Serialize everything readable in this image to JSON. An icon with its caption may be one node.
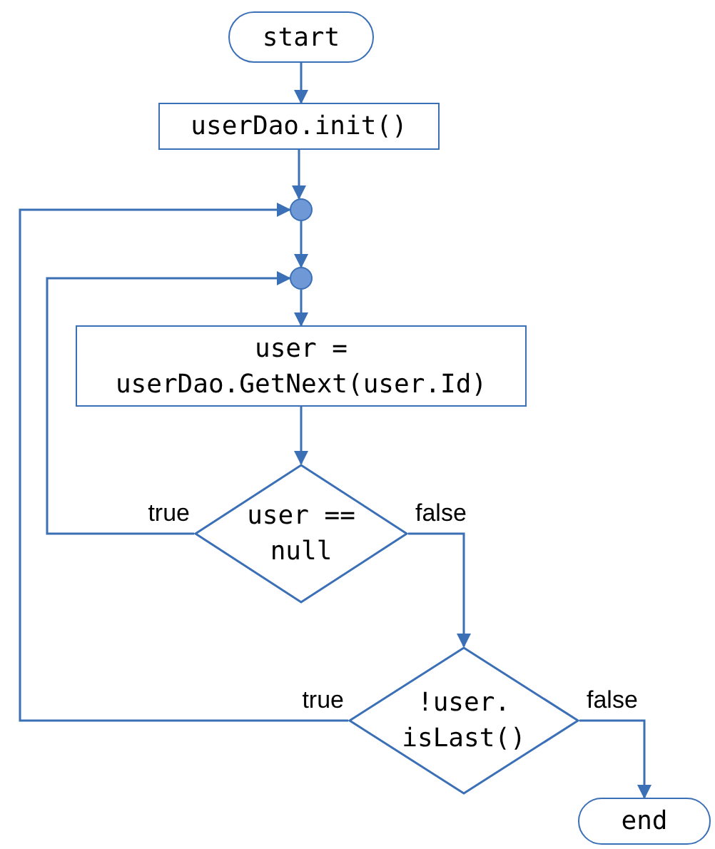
{
  "diagram": {
    "nodes": [
      {
        "text": [
          "start"
        ]
      },
      {
        "text": [
          "userDao.init()"
        ]
      },
      {
        "text": [],
        "shape": "circle"
      },
      {
        "text": [],
        "shape": "circle"
      },
      {
        "text": [
          "user = userDao.GetNext(user.Id)"
        ]
      },
      {
        "text": [
          "user == null"
        ]
      },
      {
        "text": [
          "!user. isLast()"
        ]
      },
      {
        "text": [
          "end"
        ]
      }
    ],
    "edges": [
      {
        "from": 0,
        "to": 1,
        "arrow": "to"
      },
      {
        "from": 1,
        "to": 2,
        "arrow": "to"
      },
      {
        "from": 2,
        "to": 3,
        "arrow": "to"
      },
      {
        "from": 3,
        "to": 4,
        "arrow": "to"
      },
      {
        "from": 4,
        "to": 5,
        "arrow": "to"
      },
      {
        "from": 5,
        "to": 3,
        "arrow": "to",
        "label": "true"
      },
      {
        "from": 5,
        "to": 6,
        "arrow": "to",
        "label": "false"
      },
      {
        "from": 6,
        "to": 2,
        "arrow": "to",
        "label": "true"
      },
      {
        "from": 6,
        "to": 7,
        "arrow": "to",
        "label": "false"
      }
    ]
  }
}
